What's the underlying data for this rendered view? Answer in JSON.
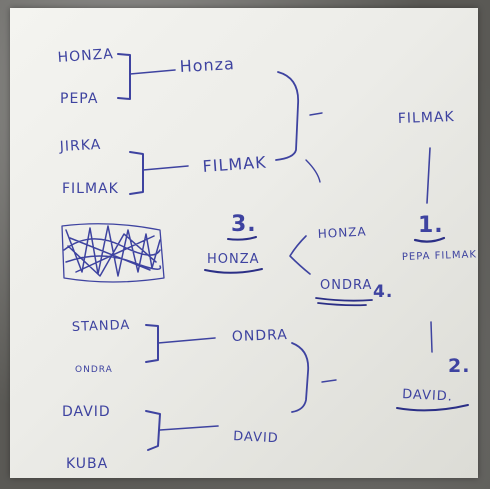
{
  "bracket": {
    "round1": {
      "match1": {
        "player_a": "HONZA",
        "player_b": "PEPA",
        "winner": "Honza"
      },
      "match2": {
        "player_a": "JIRKA",
        "player_b": "FILMAK",
        "winner": "FILMAK"
      },
      "match3": {
        "player_a": "STANDA",
        "player_b": "ONDRA",
        "winner": "ONDRA"
      },
      "match4": {
        "player_a": "DAVID",
        "player_b": "KUBA",
        "winner": "DAVID"
      }
    },
    "final": {
      "label": "FILMAK",
      "place_number": "1.",
      "players": "PEPA FILMAK"
    },
    "third_place": {
      "place_number": "3.",
      "winner": "HONZA",
      "player_a": "HONZA",
      "player_b": "ONDRA",
      "player_b_place": "4."
    },
    "second_place": {
      "place_number": "2.",
      "name": "DAVID."
    }
  },
  "colors": {
    "ink": "#3e43a0",
    "paper": "#ecece8",
    "background": "#5a5955"
  },
  "icons": {
    "scribble": "crossed-out-name-scribble"
  }
}
